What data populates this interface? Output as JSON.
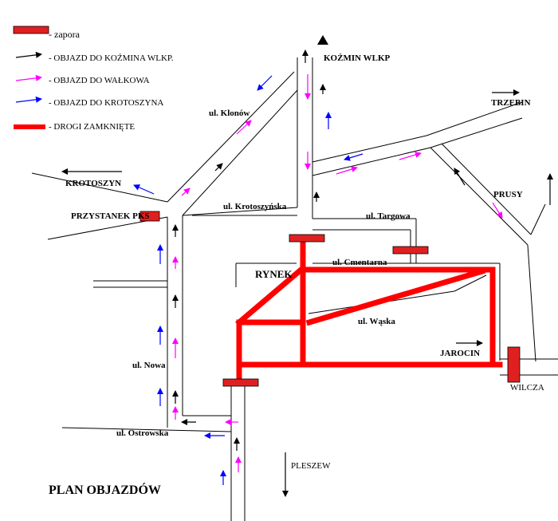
{
  "legend": {
    "barrier": "- zapora",
    "detour_kozmin": "- OBJAZD DO KOŹMINA WLKP.",
    "detour_walkowa": "- OBJAZD DO WAŁKOWA",
    "detour_krotoszyn": "- OBJAZD DO KROTOSZYNA",
    "closed_roads": "- DROGI ZAMKNIĘTE"
  },
  "labels": {
    "kozmin": "KOŹMIN WLKP",
    "trzebin": "TRZEBIN",
    "krotoszyn": "KROTOSZYN",
    "przystanek": "PRZYSTANEK PKS",
    "prusy": "PRUSY",
    "klonow": "ul. Klonów",
    "krotoszynska": "ul. Krotoszyńska",
    "targowa": "ul. Targowa",
    "cmentarna": "ul. Cmentarna",
    "rynek": "RYNEK",
    "waska": "ul. Wąska",
    "jarocin": "JAROCIN",
    "nowa": "ul. Nowa",
    "wilcza": "WILCZA",
    "ostrowska": "ul. Ostrowska",
    "pleszew": "PLESZEW",
    "title": "PLAN OBJAZDÓW"
  },
  "colors": {
    "closed": "#ff0000",
    "barrier": "#e02020",
    "kozmin_route": "#000000",
    "walkowa_route": "#ff00ff",
    "krotoszyn_route": "#0000ff"
  }
}
